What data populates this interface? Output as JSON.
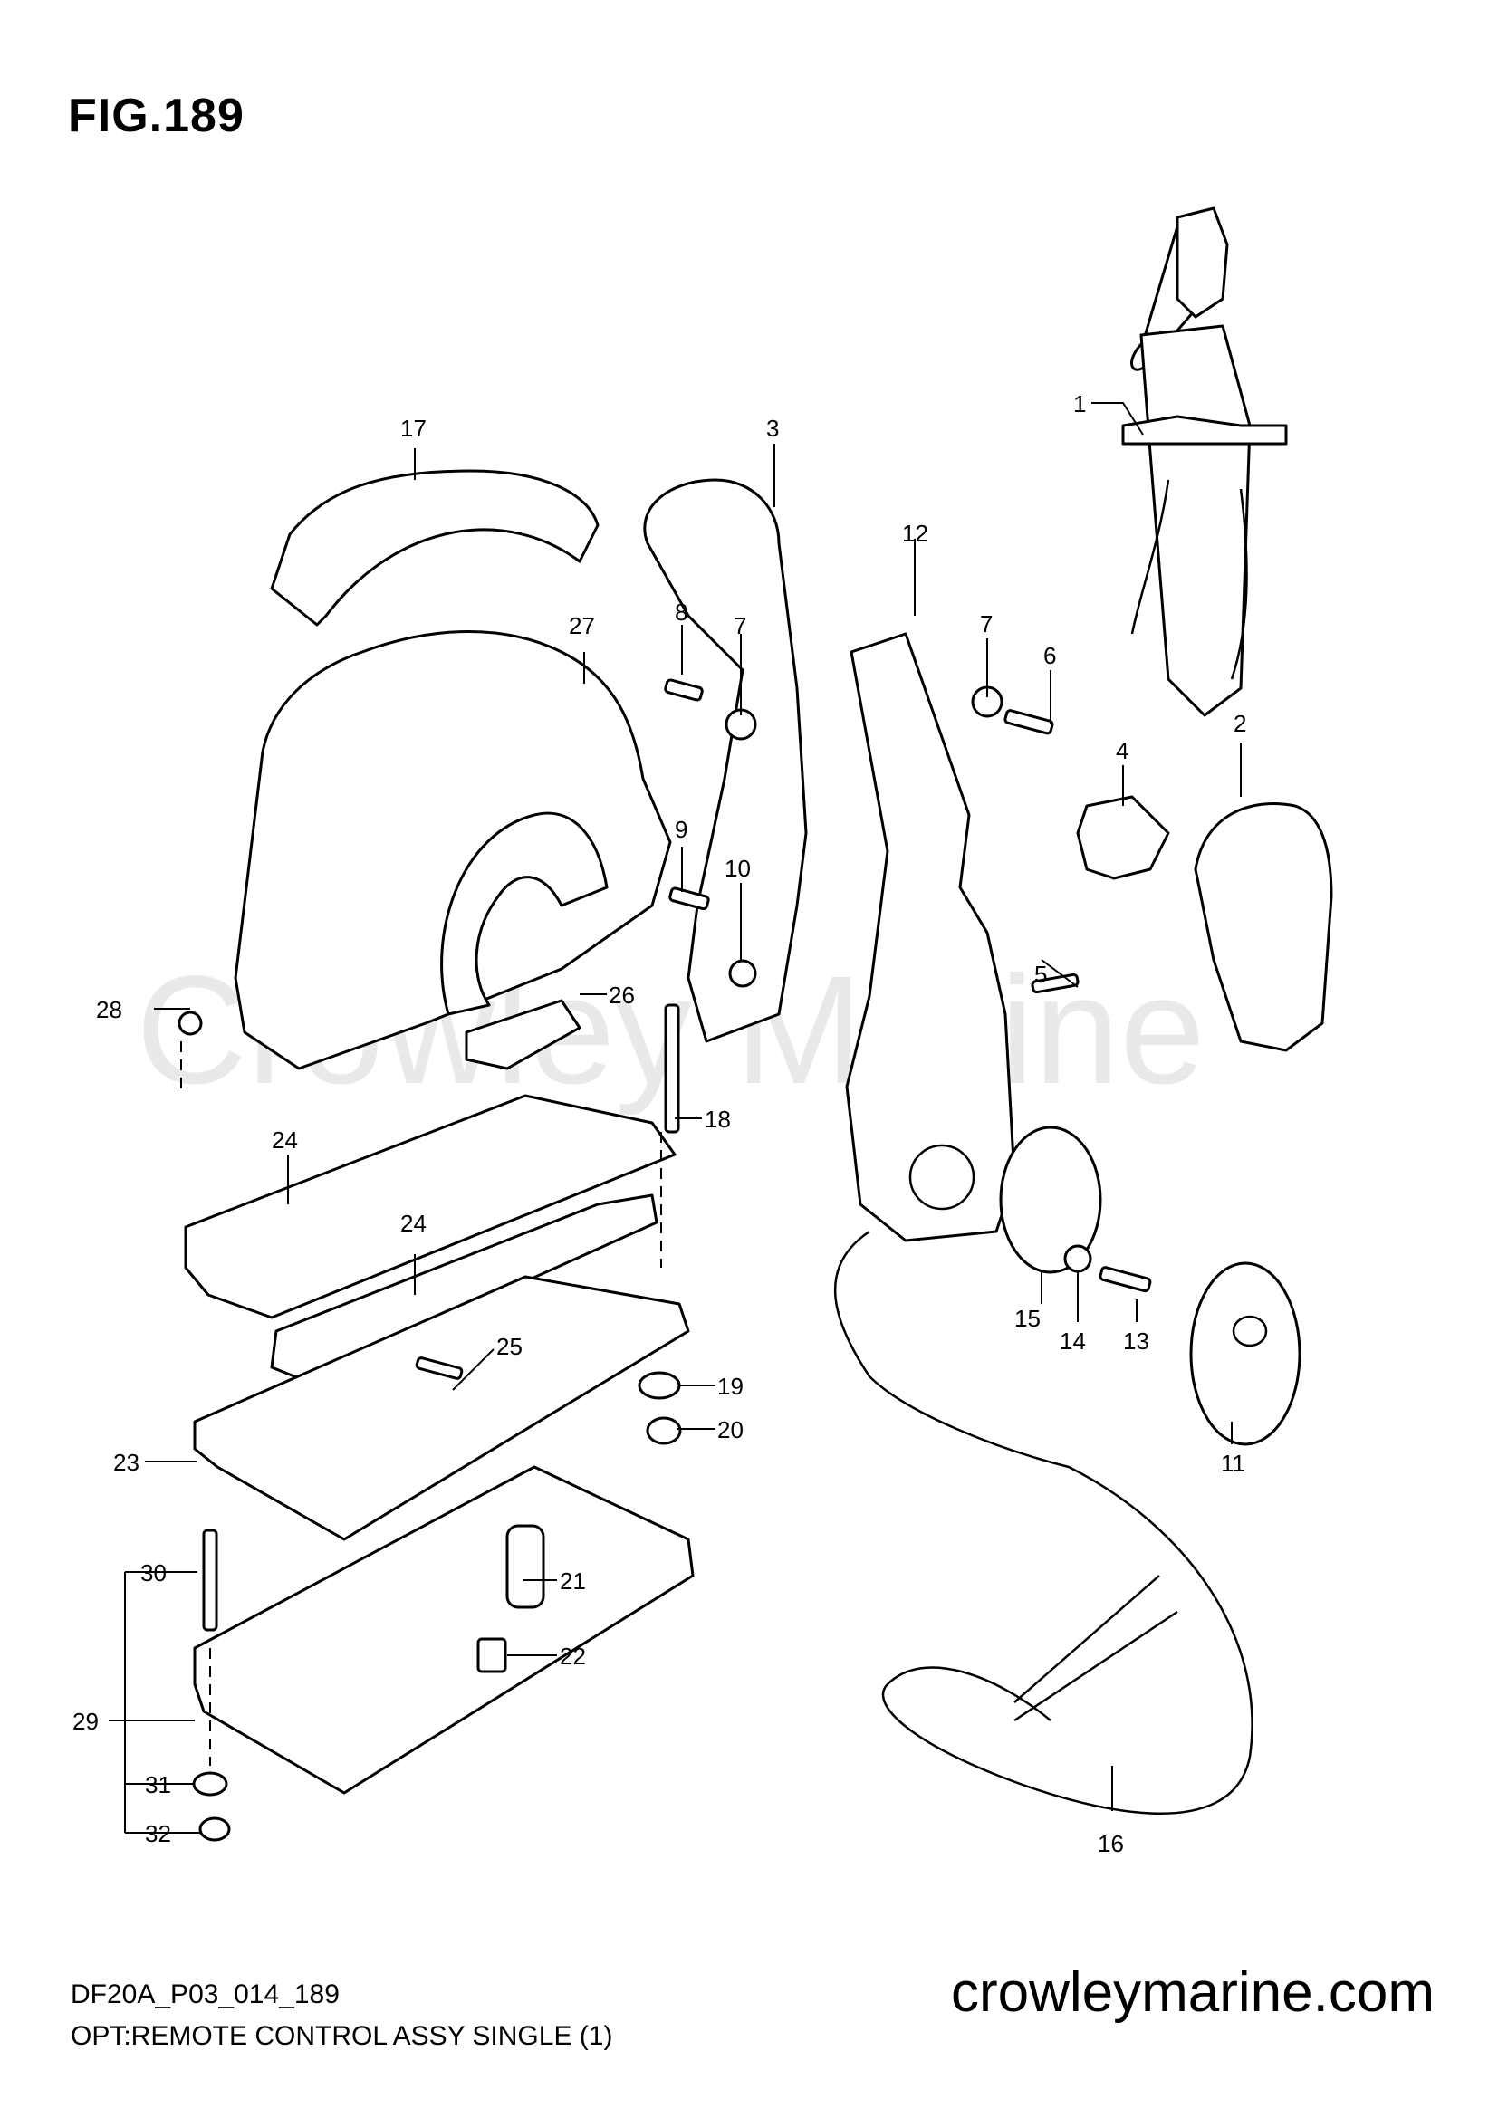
{
  "figure": {
    "title": "FIG.189",
    "watermark": "Crowley Marine",
    "code": "DF20A_P03_014_189",
    "caption": "OPT:REMOTE CONTROL ASSY SINGLE (1)",
    "site": "crowleymarine.com"
  },
  "callouts": [
    "1",
    "2",
    "3",
    "4",
    "5",
    "6",
    "7",
    "7",
    "8",
    "9",
    "10",
    "11",
    "12",
    "13",
    "14",
    "15",
    "16",
    "17",
    "18",
    "19",
    "20",
    "21",
    "22",
    "23",
    "24",
    "24",
    "25",
    "26",
    "27",
    "28",
    "29",
    "30",
    "31",
    "32"
  ],
  "icons": {
    "remote-control-assembly": "remote-control-assembly-icon",
    "wire-harness": "wire-harness-icon"
  }
}
